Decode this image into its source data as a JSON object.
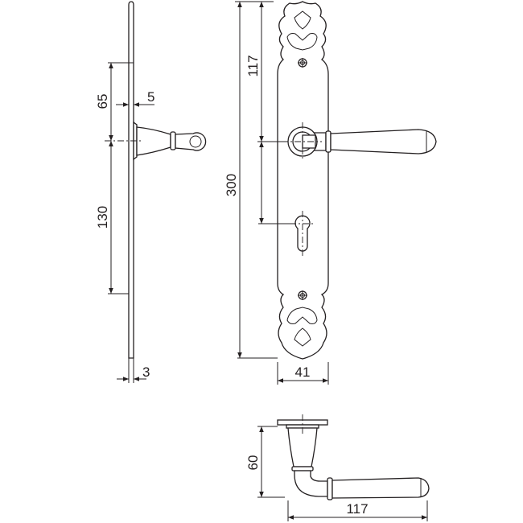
{
  "drawing": {
    "side_view": {
      "dim_rose_to_lever": "65",
      "dim_rose_thickness": "5",
      "dim_lever_to_bottom": "130",
      "dim_plate_thickness": "3"
    },
    "front_view": {
      "dim_total_height": "300",
      "dim_top_to_lever": "117",
      "dim_plate_width": "41"
    },
    "top_view": {
      "dim_projection": "60",
      "dim_lever_length": "117"
    },
    "line_color": "#231f20"
  }
}
